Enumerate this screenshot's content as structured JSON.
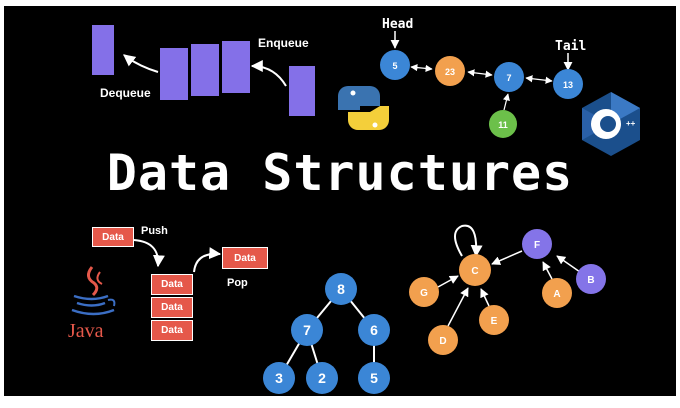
{
  "title": "Data Structures",
  "queue": {
    "enqueue_label": "Enqueue",
    "dequeue_label": "Dequeue",
    "color": "#8470e8"
  },
  "linked_list": {
    "head_label": "Head",
    "tail_label": "Tail",
    "nodes": [
      "5",
      "23",
      "7",
      "13"
    ],
    "child": "11"
  },
  "stack": {
    "push_label": "Push",
    "pop_label": "Pop",
    "block_label": "Data",
    "color": "#e5584a"
  },
  "tree": {
    "nodes": [
      "8",
      "7",
      "6",
      "3",
      "2",
      "5"
    ],
    "color": "#3b86d6"
  },
  "graph": {
    "nodes": [
      "C",
      "F",
      "G",
      "A",
      "B",
      "D",
      "E"
    ],
    "orange": "#f2a04e",
    "purple": "#8474e8"
  },
  "logos": {
    "java_label": "Java",
    "python": "python-logo",
    "cpp": "cpp-logo"
  },
  "colors": {
    "background": "#000000",
    "frame": "#ffffff",
    "node_blue": "#3b86d6",
    "node_orange": "#f2a04e",
    "node_green": "#6cc04a"
  }
}
